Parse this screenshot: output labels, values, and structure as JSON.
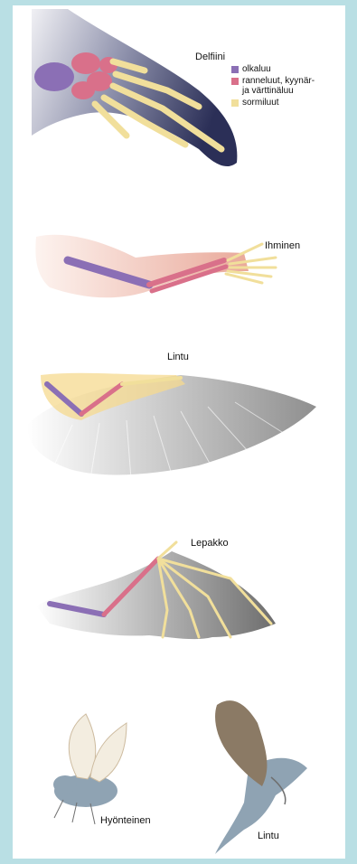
{
  "labels": {
    "dolphin": "Delfiini",
    "human": "Ihminen",
    "bird": "Lintu",
    "bat": "Lepakko",
    "insect": "Hyönteinen",
    "bird2": "Lintu"
  },
  "legend": [
    {
      "color": "#8b6fb5",
      "lines": [
        "olkaluu"
      ]
    },
    {
      "color": "#d9708a",
      "lines": [
        "ranneluut, kyynär-",
        "ja värttinäluu"
      ]
    },
    {
      "color": "#f1df9b",
      "lines": [
        "sormiluut"
      ]
    }
  ],
  "colors": {
    "background": "#b9dfe4",
    "panel": "#ffffff",
    "humerus": "#8b6fb5",
    "forearm": "#d9708a",
    "fingers": "#f1df9b"
  }
}
